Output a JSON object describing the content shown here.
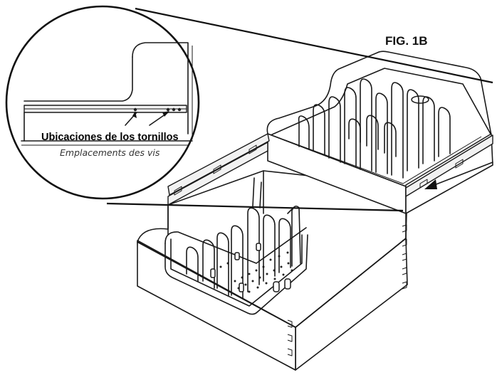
{
  "figure": {
    "label": "FIG. 1B"
  },
  "callout": {
    "primary_text": "Ubicaciones de los tornillos",
    "secondary_text": "Emplacements des vis"
  },
  "colors": {
    "line": "#1a1a1a",
    "background": "#ffffff"
  }
}
